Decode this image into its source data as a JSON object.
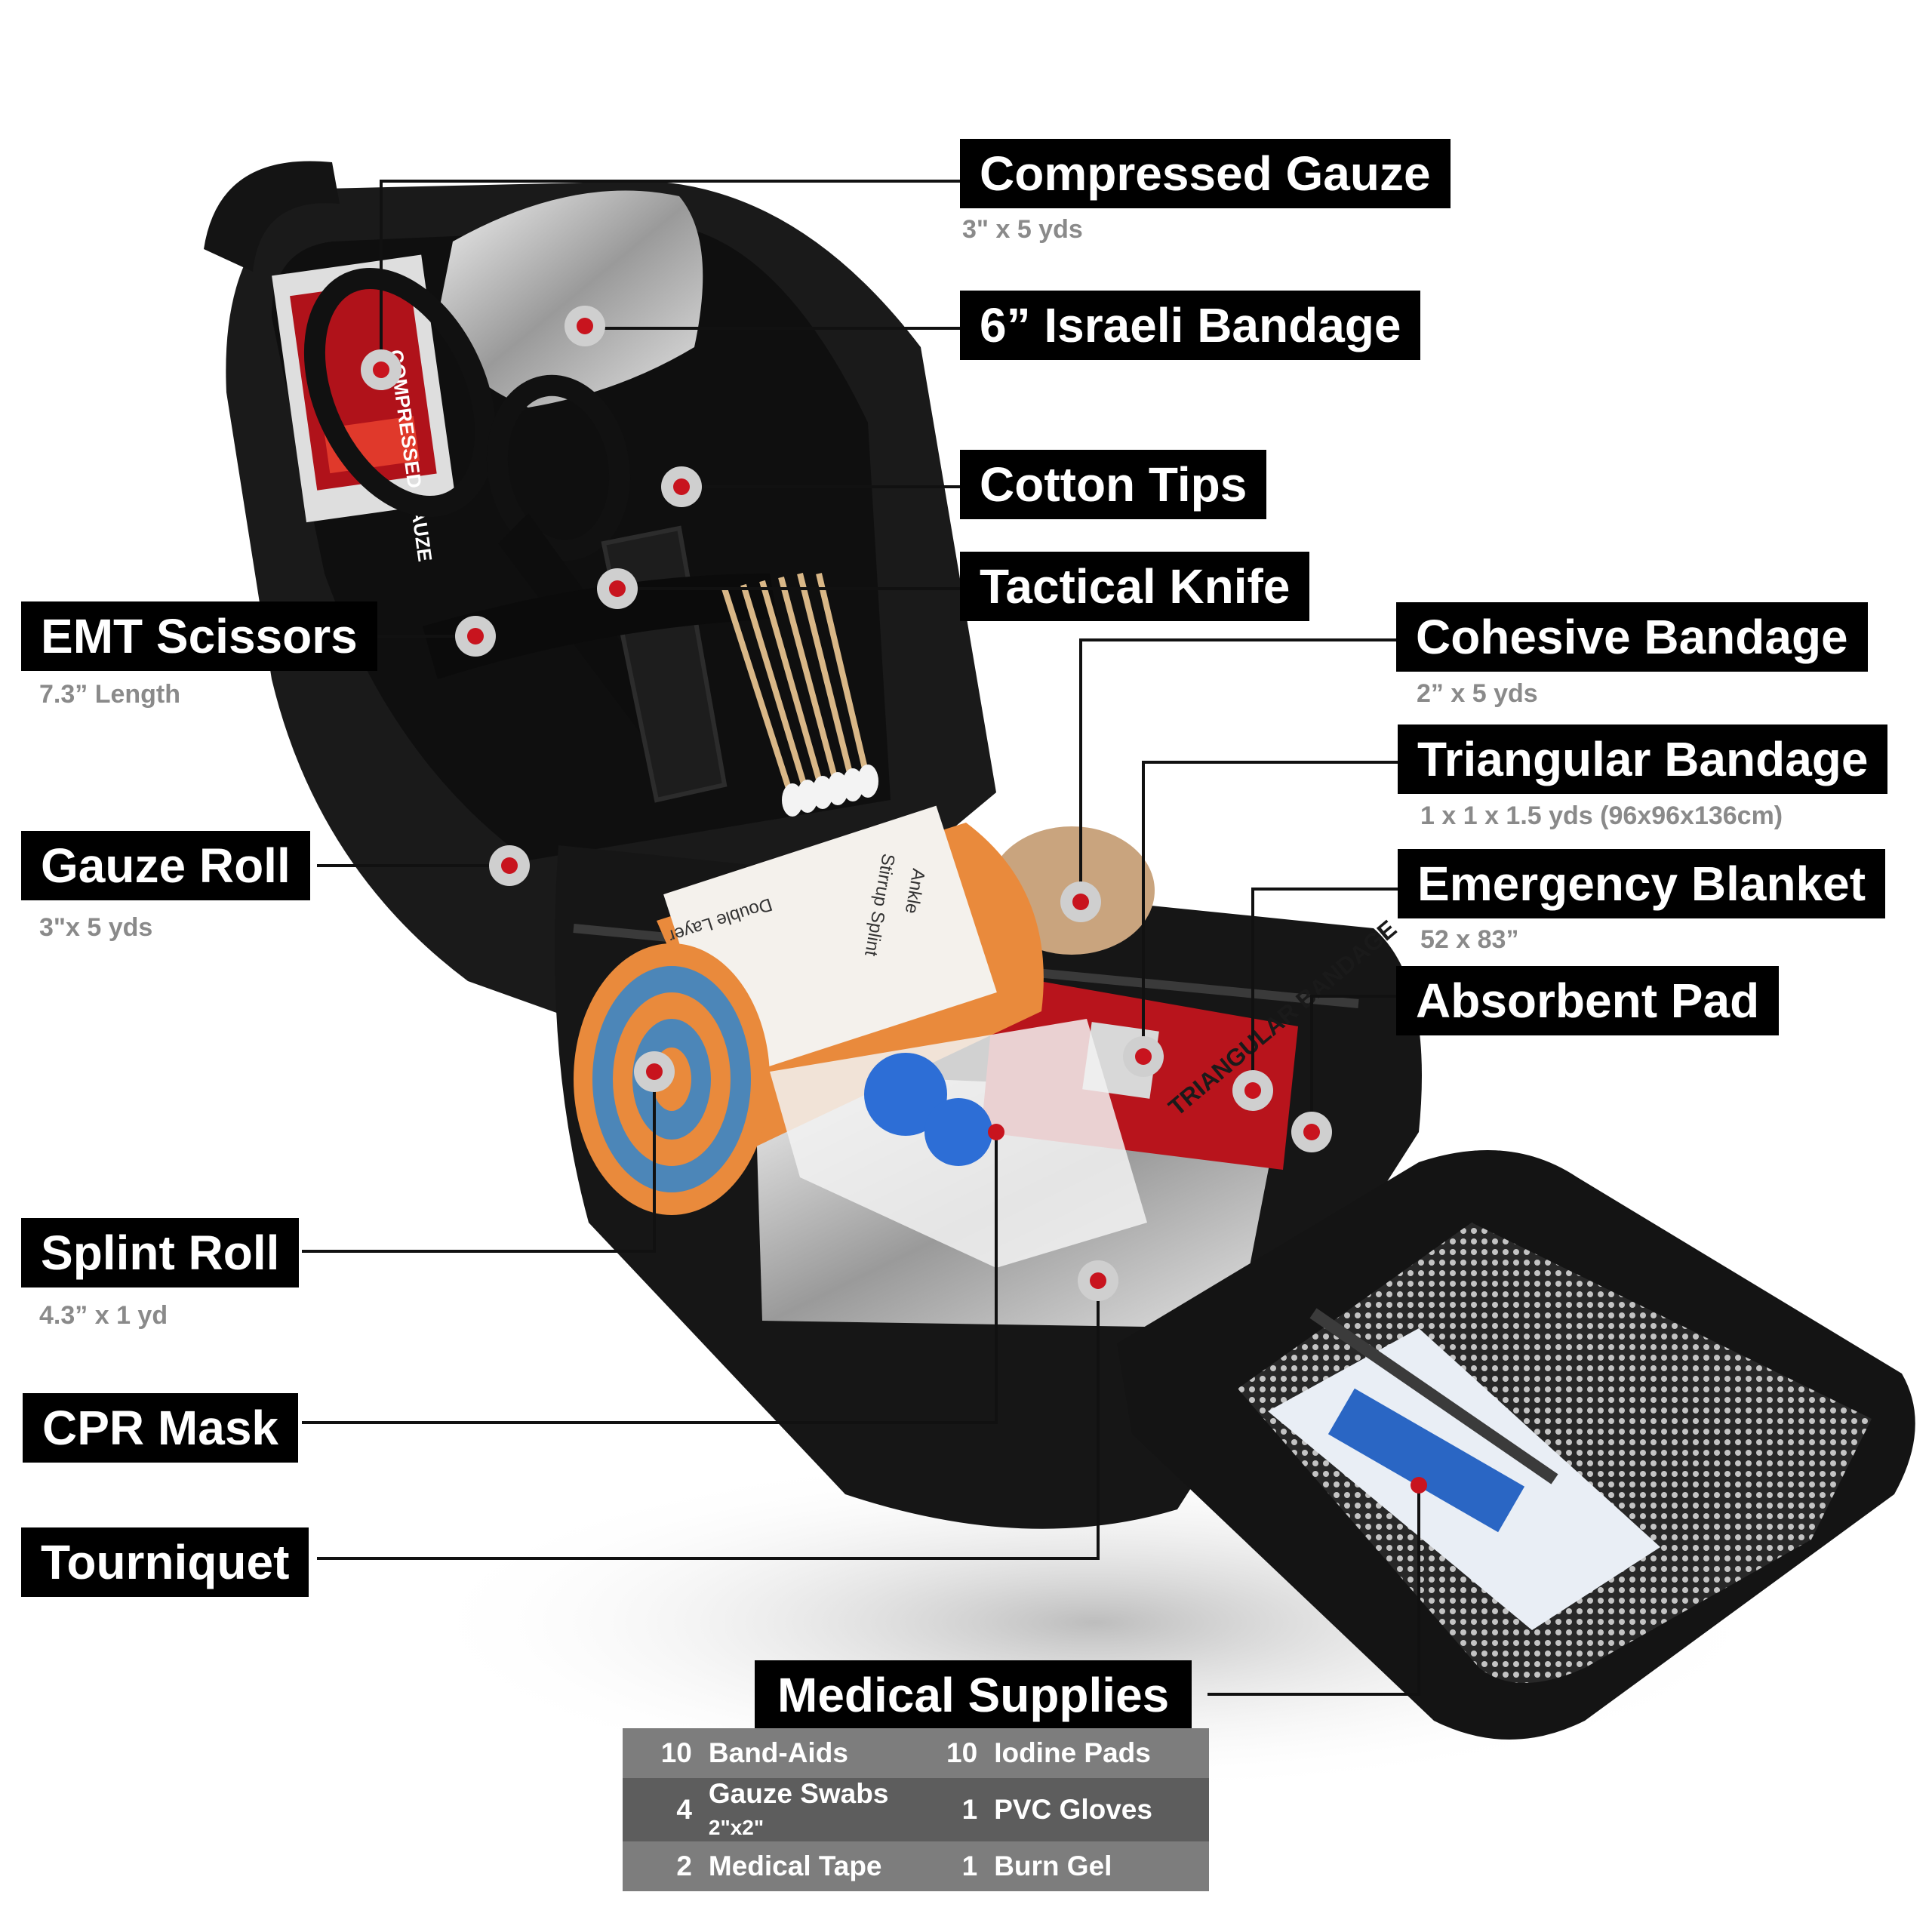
{
  "labels": {
    "compressed_gauze": {
      "title": "Compressed Gauze",
      "size": "3\" x 5 yds"
    },
    "israeli_bandage": {
      "title": "6” Israeli Bandage"
    },
    "cotton_tips": {
      "title": "Cotton Tips"
    },
    "tactical_knife": {
      "title": "Tactical Knife"
    },
    "emt_scissors": {
      "title": "EMT Scissors",
      "size": "7.3” Length"
    },
    "cohesive_bandage": {
      "title": "Cohesive Bandage",
      "size": "2” x 5 yds"
    },
    "triangular_bandage": {
      "title": "Triangular Bandage",
      "size": "1 x 1 x 1.5 yds (96x96x136cm)"
    },
    "emergency_blanket": {
      "title": "Emergency Blanket",
      "size": "52 x 83”"
    },
    "absorbent_pad": {
      "title": "Absorbent Pad"
    },
    "gauze_roll": {
      "title": "Gauze Roll",
      "size": "3\"x 5 yds"
    },
    "splint_roll": {
      "title": "Splint Roll",
      "size": "4.3” x 1 yd"
    },
    "cpr_mask": {
      "title": "CPR Mask"
    },
    "tourniquet": {
      "title": "Tourniquet"
    },
    "medical_supplies": {
      "title": "Medical Supplies"
    }
  },
  "supplies": [
    {
      "qty_a": "10",
      "item_a": "Band-Aids",
      "qty_b": "10",
      "item_b": "Iodine Pads"
    },
    {
      "qty_a": "4",
      "item_a": "Gauze Swabs",
      "item_a_size": "2\"x2\"",
      "qty_b": "1",
      "item_b": "PVC Gloves"
    },
    {
      "qty_a": "2",
      "item_a": "Medical Tape",
      "qty_b": "1",
      "item_b": "Burn Gel"
    }
  ],
  "packaging_text": {
    "splint_instructions": [
      "Double Layer",
      "Stirrup Splint",
      "Ankle"
    ],
    "triangular_package": "TRIANGULAR BANDAGE",
    "gauze_package": "COMPRESSED GAUZE"
  },
  "colors": {
    "pouch": "#161616",
    "label_bg": "#000000",
    "subtext": "#8a8a8a",
    "marker_dot": "#c8141e",
    "marker_ring": "#cfcfcf",
    "splint_orange": "#e98a3c",
    "splint_blue": "#4c86b8"
  }
}
